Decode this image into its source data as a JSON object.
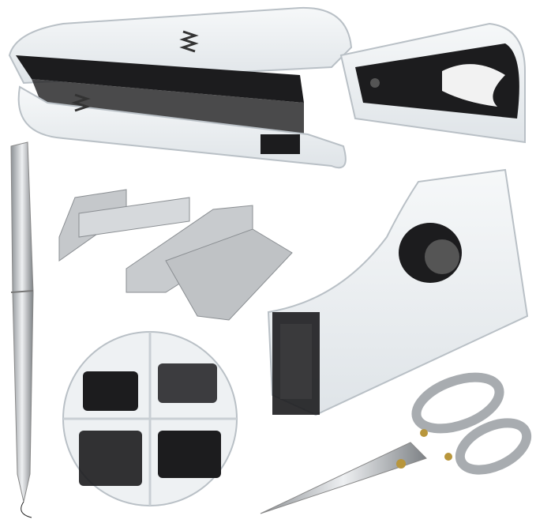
{
  "image": {
    "background": "#ffffff",
    "objects": [
      {
        "name": "stapler",
        "icon": "stapler-icon"
      },
      {
        "name": "staple-remover",
        "icon": "staple-remover-icon"
      },
      {
        "name": "ballpoint-pen",
        "icon": "pen-icon"
      },
      {
        "name": "staples",
        "icon": "staples-icon"
      },
      {
        "name": "tape-dispenser",
        "icon": "tape-dispenser-icon"
      },
      {
        "name": "binder-clips-and-paper-clips-tray",
        "icon": "clips-icon"
      },
      {
        "name": "scissors",
        "icon": "scissors-icon"
      }
    ],
    "colors": {
      "acrylic": "#e8ecef",
      "acrylic_edge": "#b9c0c6",
      "black_metal": "#1c1c1e",
      "silver": "#b8bcc0",
      "gold_rivet": "#b8963c"
    }
  }
}
